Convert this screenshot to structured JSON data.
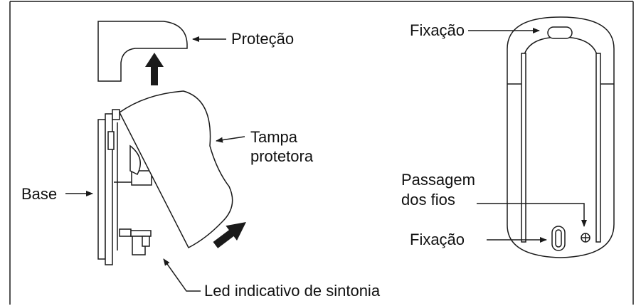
{
  "labels": {
    "protecao": "Proteção",
    "tampa_line1": "Tampa",
    "tampa_line2": "protetora",
    "base": "Base",
    "led": "Led indicativo de sintonia",
    "fixacao_top": "Fixação",
    "passagem_line1": "Passagem",
    "passagem_line2": "dos fios",
    "fixacao_bottom": "Fixação"
  },
  "colors": {
    "stroke": "#1a1a1a",
    "fill": "#ffffff"
  }
}
